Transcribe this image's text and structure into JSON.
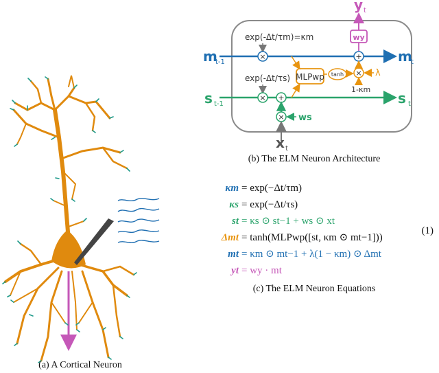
{
  "colors": {
    "neuron": "#e08a0e",
    "spine": "#1f9a8a",
    "memory": "#1f6fb2",
    "synaptic": "#2aa36b",
    "output": "#c558b8",
    "mlp": "#e8940f",
    "box": "#8a8a8a",
    "trace": "#1f6fb2"
  },
  "panel_a": {
    "caption": "(a) A Cortical Neuron"
  },
  "panel_b": {
    "caption": "(b) The ELM Neuron Architecture",
    "decay_m": "exp(-Δt/τm)=κm",
    "decay_s": "exp(-Δt/τs)",
    "mlp": "MLPwp",
    "tanh": "tanh",
    "lambda": "λ",
    "one_minus_kappa": "1-κm",
    "w_s": "ws",
    "w_y": "wy",
    "m_in": "m",
    "m_in_sub": "t-1",
    "m_out": "m",
    "m_out_sub": "t",
    "s_in": "s",
    "s_in_sub": "t-1",
    "s_out": "s",
    "s_out_sub": "t",
    "x_in": "x",
    "x_in_sub": "t",
    "y_out": "y",
    "y_out_sub": "t"
  },
  "panel_c": {
    "caption": "(c) The ELM Neuron Equations",
    "equation_number": "(1)",
    "equations": [
      {
        "lhs": "κm",
        "rhs": "= exp(−Δt/τm)"
      },
      {
        "lhs": "κs",
        "rhs": "= exp(−Δt/τs)"
      },
      {
        "lhs": "st",
        "rhs": "= κs ⊙ st−1 + ws ⊙ xt"
      },
      {
        "lhs": "Δmt",
        "rhs": "= tanh(MLPwp([st, κm ⊙ mt−1]))"
      },
      {
        "lhs": "mt",
        "rhs": "= κm ⊙ mt−1 + λ(1 − κm) ⊙ Δmt"
      },
      {
        "lhs": "yt",
        "rhs": "= wy · mt"
      }
    ]
  }
}
